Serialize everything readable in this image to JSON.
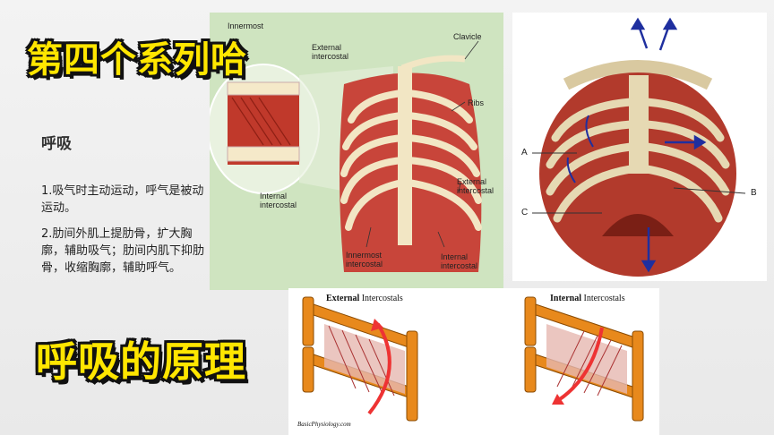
{
  "title_top": "第四个系列哈",
  "title_bottom": "呼吸的原理",
  "heading": "呼吸",
  "paragraph_1": "1.吸气时主动运动，呼气是被动运动。",
  "paragraph_2": "2.肋间外肌上提肋骨，扩大胸廓，辅助吸气；肋间内肌下抑肋骨，收缩胸廓，辅助呼气。",
  "rib_panel": {
    "labels": {
      "innermost_top": "Innermost",
      "external_top": "External intercostal",
      "clavicle": "Clavicle",
      "ribs": "Ribs",
      "internal": "Internal intercostal",
      "external_right": "External intercostal",
      "innermost_bottom": "Innermost intercostal",
      "internal_bottom": "Internal intercostal"
    }
  },
  "thorax_panel": {
    "label_a": "A",
    "label_b": "B",
    "label_c": "C"
  },
  "diagram": {
    "external_bold": "External",
    "external_rest": " Intercostals",
    "internal_bold": "Internal",
    "internal_rest": " Intercostals",
    "credit": "BasicPhysiology.com"
  },
  "colors": {
    "sticker_yellow": "#ffe600",
    "panel_green": "#cfe4c0",
    "muscle_red": "#c0392b"
  }
}
